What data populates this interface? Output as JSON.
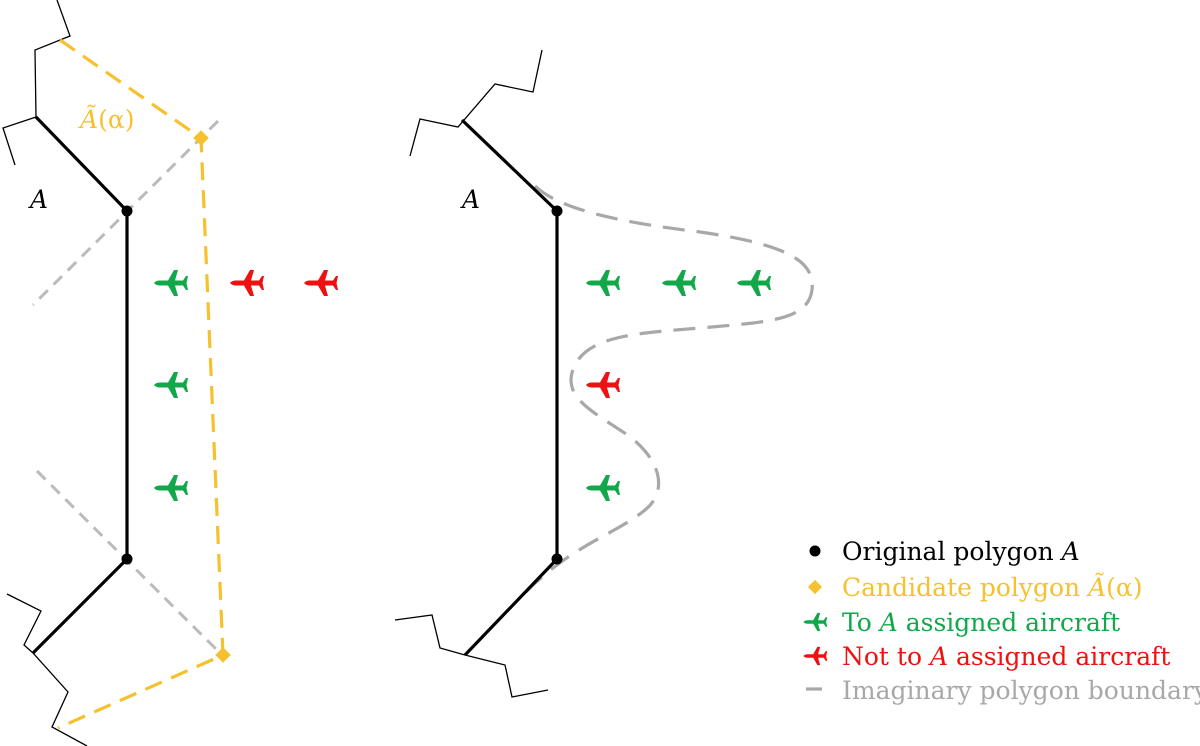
{
  "colors": {
    "black": "#000000",
    "yellow": "#F5C12E",
    "green": "#12A84A",
    "red": "#EE1111",
    "gray": "#A8A8A8"
  },
  "left_panel": {
    "polygon_label": "A",
    "candidate_label_main": "Ã",
    "candidate_label_arg": "(α)"
  },
  "right_panel": {
    "polygon_label": "A"
  },
  "legend": {
    "original": {
      "text": "Original polygon ",
      "math": "A"
    },
    "candidate": {
      "text": "Candidate polygon ",
      "math": "Ã",
      "arg": "(α)"
    },
    "assigned": {
      "pre": "To ",
      "math": "A",
      "post": " assigned aircraft"
    },
    "not_assigned": {
      "pre": "Not to ",
      "math": "A",
      "post": " assigned aircraft"
    },
    "imaginary": {
      "text": "Imaginary polygon boundary"
    }
  },
  "icons": {
    "vertex": "filled-circle",
    "candidate_vertex": "diamond",
    "aircraft": "airplane-left"
  }
}
